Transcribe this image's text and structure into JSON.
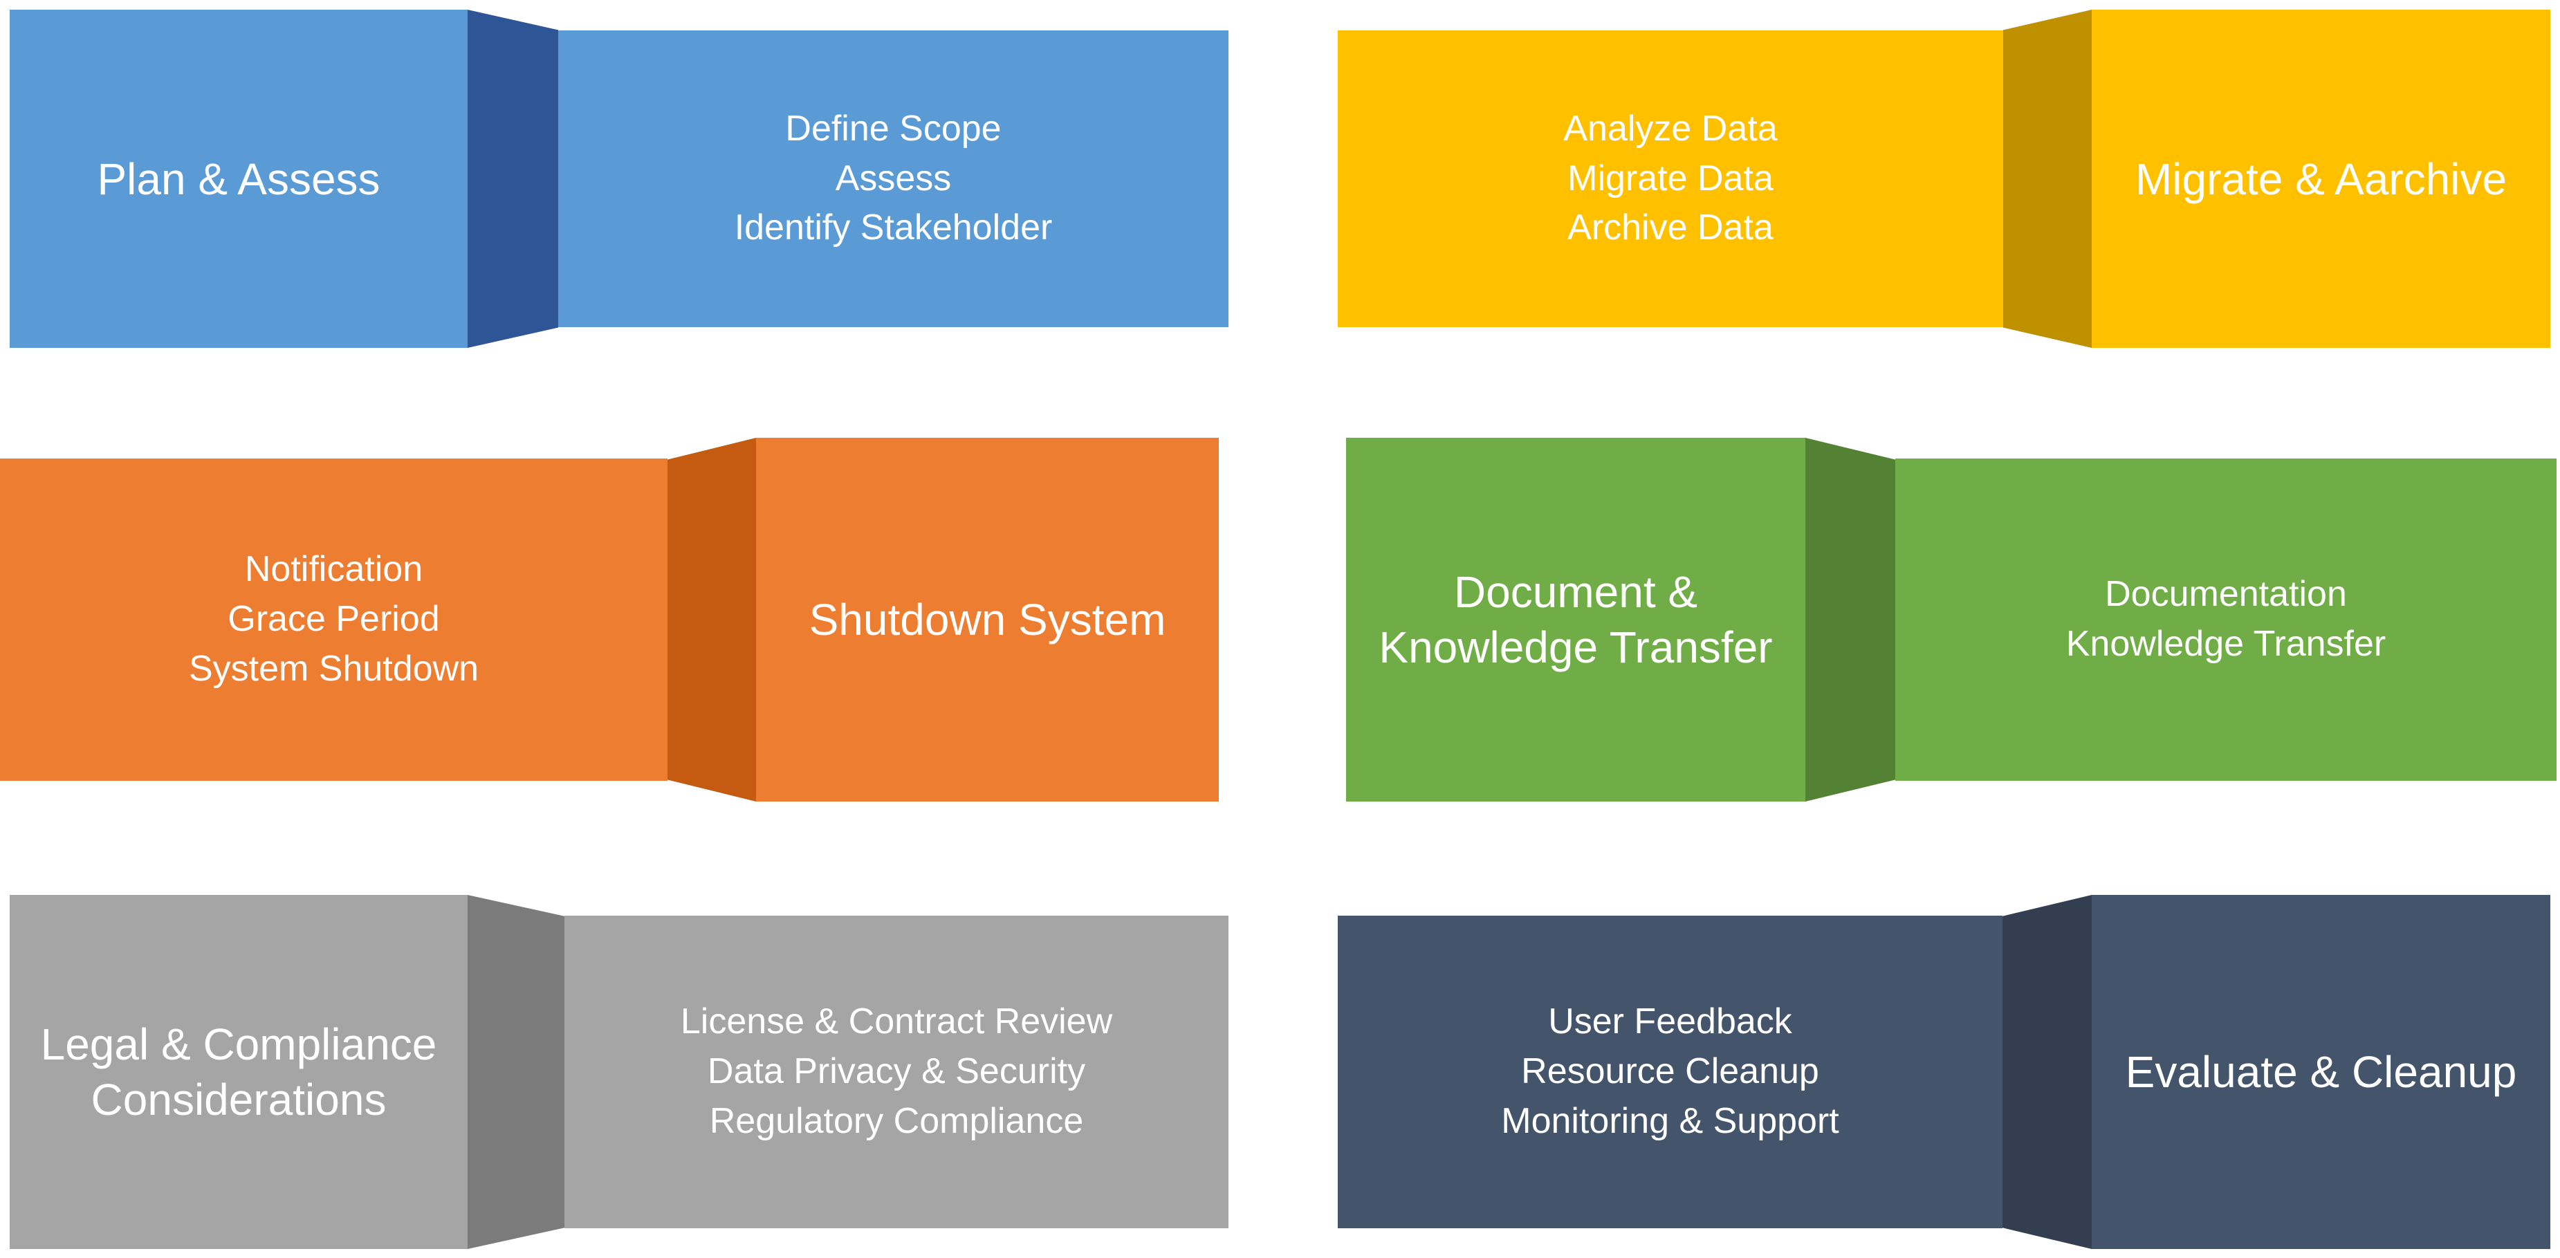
{
  "canvas": {
    "background": "#FFFFFF",
    "text_color": "#FFFFFF"
  },
  "ribbons": [
    {
      "name": "plan-assess",
      "title": "Plan & Assess",
      "title_side": "left",
      "details": [
        "Define Scope",
        "Assess",
        "Identify Stakeholder"
      ],
      "body_color": "#5B9BD5",
      "fold_color": "#2E5596"
    },
    {
      "name": "migrate-archive",
      "title": "Migrate & Aarchive",
      "title_side": "right",
      "details": [
        "Analyze Data",
        "Migrate Data",
        "Archive Data"
      ],
      "body_color": "#FFC000",
      "fold_color": "#BF9000"
    },
    {
      "name": "shutdown-system",
      "title": "Shutdown System",
      "title_side": "right",
      "details": [
        "Notification",
        "Grace Period",
        "System Shutdown"
      ],
      "body_color": "#ED7D31",
      "fold_color": "#C55A11"
    },
    {
      "name": "document-knowledge-transfer",
      "title": "Document & Knowledge Transfer",
      "title_side": "left",
      "details": [
        "Documentation",
        "Knowledge Transfer"
      ],
      "body_color": "#70AD47",
      "fold_color": "#548235"
    },
    {
      "name": "legal-compliance-considerations",
      "title": "Legal & Compliance Considerations",
      "title_side": "left",
      "details": [
        "License & Contract Review",
        "Data Privacy & Security",
        "Regulatory Compliance"
      ],
      "body_color": "#A5A5A5",
      "fold_color": "#7B7B7B"
    },
    {
      "name": "evaluate-cleanup",
      "title": "Evaluate & Cleanup",
      "title_side": "right",
      "details": [
        "User Feedback",
        "Resource Cleanup",
        "Monitoring & Support"
      ],
      "body_color": "#44546A",
      "fold_color": "#333F50"
    }
  ]
}
